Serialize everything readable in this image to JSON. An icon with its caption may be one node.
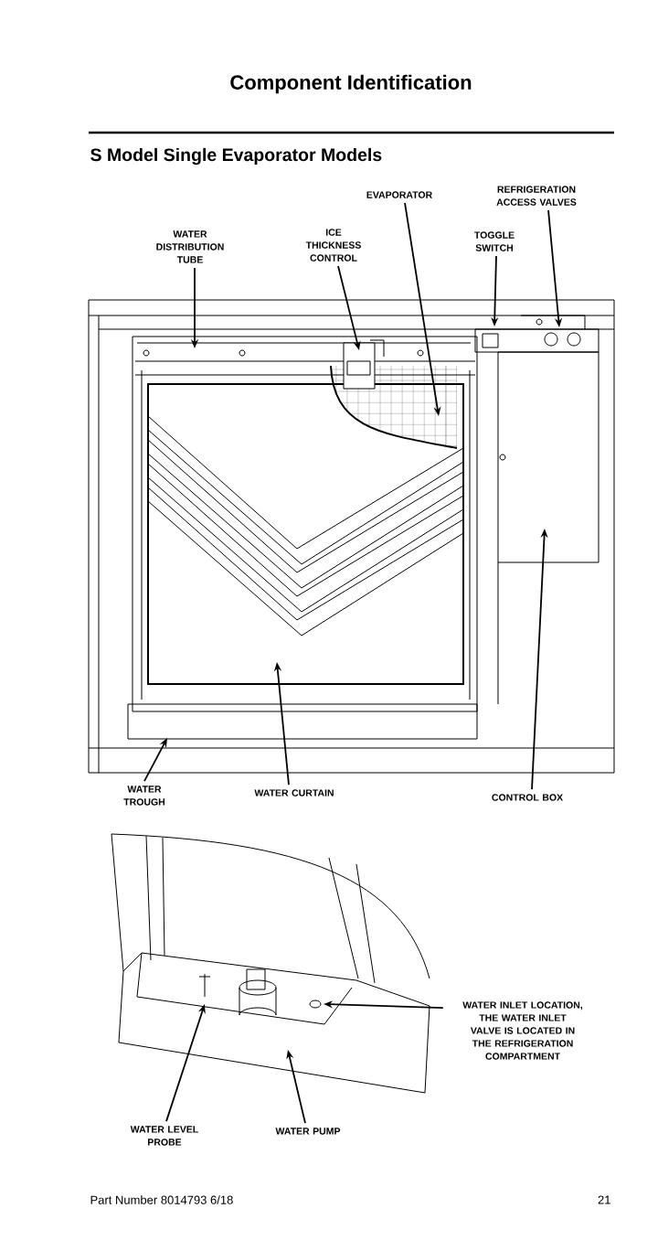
{
  "diagram": {
    "title": "Component Identification",
    "nodes": [
      {
        "text": [
          "WATER DISTRIBUTION TUBE"
        ]
      },
      {
        "text": [
          "ICE THICKNESS CONTROL"
        ]
      },
      {
        "text": [
          "EVAPORATOR"
        ]
      },
      {
        "text": [
          "REFRIGERATION ACCESS VALVES"
        ]
      },
      {
        "text": [
          "TOGGLE SWITCH"
        ]
      },
      {
        "text": [
          "WATER TROUGH"
        ]
      },
      {
        "text": [
          "WATER CURTAIN"
        ]
      },
      {
        "text": [
          "CONTROL BOX"
        ]
      },
      {
        "text": [
          "WATER INLET LOCATION, THE WATER INLET VALVE IS LOCATED IN THE REFRIGERATION COMPARTMENT"
        ]
      },
      {
        "text": [
          "WATER LEVEL PROBE"
        ]
      },
      {
        "text": [
          "WATER PUMP"
        ]
      }
    ],
    "edges": [
      {
        "from": 0,
        "to": null,
        "arrow": "to"
      },
      {
        "from": 1,
        "to": null,
        "arrow": "to"
      },
      {
        "from": 2,
        "to": null,
        "arrow": "to"
      },
      {
        "from": 3,
        "to": null,
        "arrow": "to"
      },
      {
        "from": 4,
        "to": null,
        "arrow": "to"
      },
      {
        "from": 5,
        "to": null,
        "arrow": "to"
      },
      {
        "from": 6,
        "to": null,
        "arrow": "to"
      },
      {
        "from": 7,
        "to": null,
        "arrow": "to"
      },
      {
        "from": 8,
        "to": null,
        "arrow": "to"
      },
      {
        "from": 9,
        "to": null,
        "arrow": "to"
      },
      {
        "from": 10,
        "to": null,
        "arrow": "to"
      }
    ],
    "labels": [
      "S Model Single Evaporator Models",
      "Part Number 8014793 6/18",
      "21"
    ]
  }
}
